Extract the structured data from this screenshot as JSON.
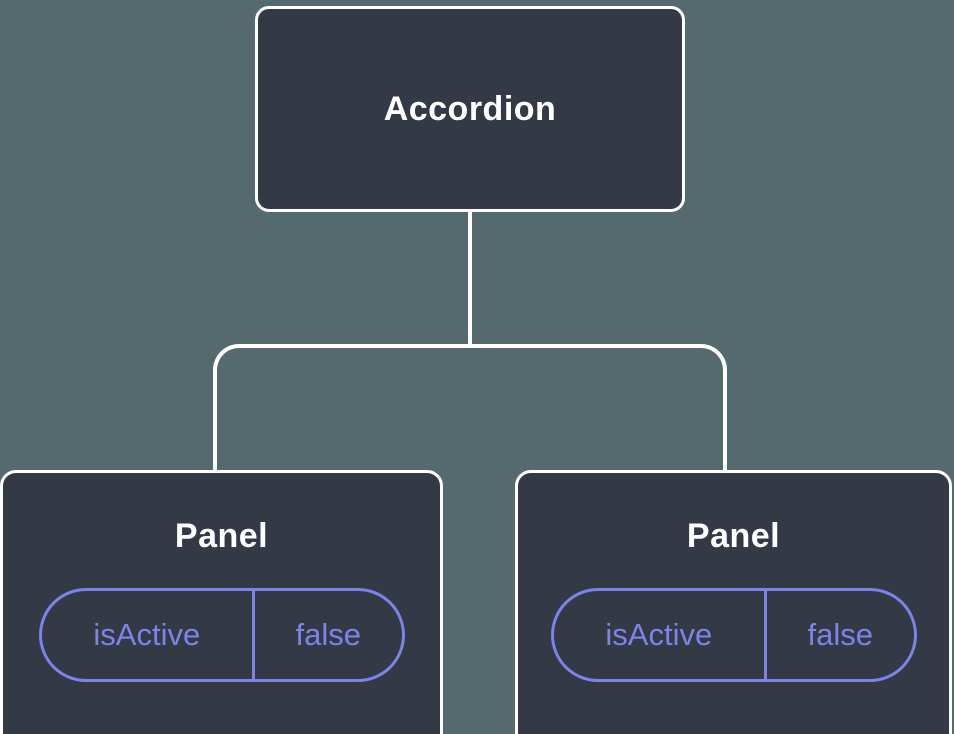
{
  "diagram": {
    "root": {
      "label": "Accordion"
    },
    "panels": [
      {
        "label": "Panel",
        "state": {
          "key": "isActive",
          "value": "false"
        }
      },
      {
        "label": "Panel",
        "state": {
          "key": "isActive",
          "value": "false"
        }
      }
    ],
    "colors": {
      "background": "#556a6e",
      "node_fill": "#333a45",
      "node_border": "#ffffff",
      "state_accent": "#7c83ea"
    }
  }
}
